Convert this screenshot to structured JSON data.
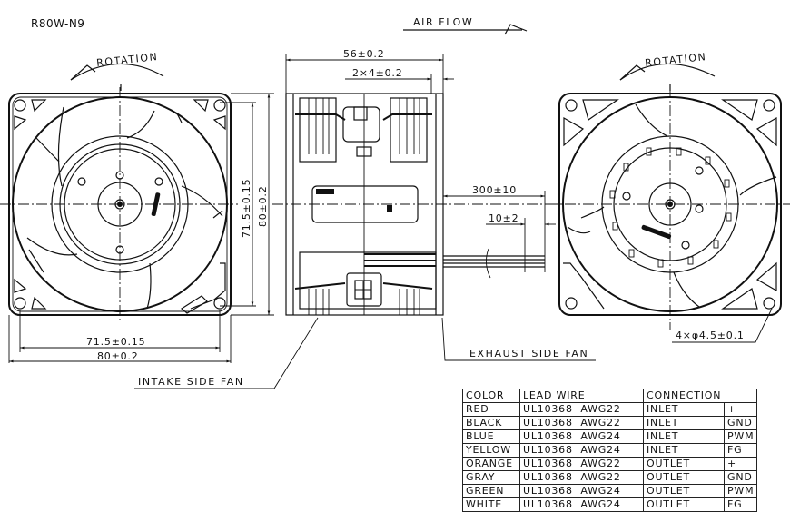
{
  "drawing": {
    "model": "R80W-N9",
    "air_flow_label": "AIR FLOW",
    "left_view": {
      "rotation_label": "ROTATION",
      "width_inner_dim": "71.5±0.15",
      "width_outer_dim": "80±0.2",
      "height_inner_dim": "71.5±0.15",
      "height_outer_dim": "80±0.2",
      "callout": "INTAKE SIDE FAN"
    },
    "side_view": {
      "depth_dim": "56±0.2",
      "flange_dim": "2×4±0.2",
      "lead_length_dim": "300±10",
      "strip_length_dim": "10±2",
      "callout": "EXHAUST SIDE FAN"
    },
    "right_view": {
      "rotation_label": "ROTATION",
      "hole_dim": "4×φ4.5±0.1"
    }
  },
  "wire_table": {
    "headers": [
      "COLOR",
      "LEAD WIRE",
      "CONNECTION"
    ],
    "rows": [
      {
        "color": "RED",
        "lead_wire": "UL10368  AWG22",
        "side": "INLET",
        "signal": "+"
      },
      {
        "color": "BLACK",
        "lead_wire": "UL10368  AWG22",
        "side": "INLET",
        "signal": "GND"
      },
      {
        "color": "BLUE",
        "lead_wire": "UL10368  AWG24",
        "side": "INLET",
        "signal": "PWM"
      },
      {
        "color": "YELLOW",
        "lead_wire": "UL10368  AWG24",
        "side": "INLET",
        "signal": "FG"
      },
      {
        "color": "ORANGE",
        "lead_wire": "UL10368  AWG22",
        "side": "OUTLET",
        "signal": "+"
      },
      {
        "color": "GRAY",
        "lead_wire": "UL10368  AWG22",
        "side": "OUTLET",
        "signal": "GND"
      },
      {
        "color": "GREEN",
        "lead_wire": "UL10368  AWG24",
        "side": "OUTLET",
        "signal": "PWM"
      },
      {
        "color": "WHITE",
        "lead_wire": "UL10368  AWG24",
        "side": "OUTLET",
        "signal": "FG"
      }
    ]
  }
}
